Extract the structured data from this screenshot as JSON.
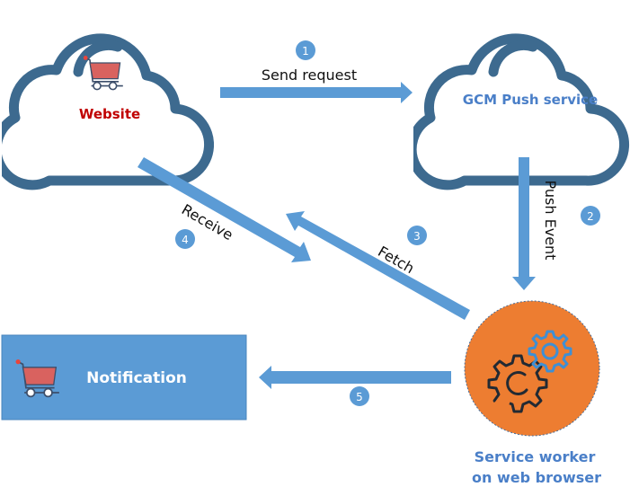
{
  "colors": {
    "cloud_stroke": "#3d6a8f",
    "arrow": "#5b9bd5",
    "badge": "#5b9bd5",
    "website_label": "#c00000",
    "gcm_label": "#4a7fc8",
    "service_worker_fill": "#ed7d31",
    "notification_fill": "#5b9bd5",
    "cart": "#d9625f",
    "gear_dark": "#222a33",
    "gear_blue": "#3e8fd4"
  },
  "nodes": {
    "website": {
      "label": "Website",
      "icon": "shopping-cart-icon"
    },
    "gcm": {
      "label": "GCM Push service"
    },
    "service_worker": {
      "label_line1": "Service worker",
      "label_line2": "on web browser",
      "icon": "gears-icon"
    },
    "notification": {
      "label": "Notification",
      "icon": "shopping-cart-icon"
    }
  },
  "steps": [
    {
      "number": "1",
      "label": "Send request",
      "from": "website",
      "to": "gcm"
    },
    {
      "number": "2",
      "label": "Push Event",
      "from": "gcm",
      "to": "service_worker"
    },
    {
      "number": "3",
      "label": "Fetch",
      "from": "service_worker",
      "to": "website"
    },
    {
      "number": "4",
      "label": "Receive",
      "from": "website",
      "to": "service_worker"
    },
    {
      "number": "5",
      "label": "",
      "from": "service_worker",
      "to": "notification"
    }
  ]
}
